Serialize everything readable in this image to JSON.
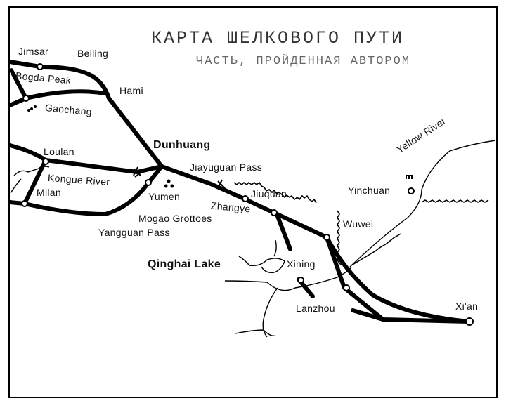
{
  "title": "КАРТА ШЕЛКОВОГО ПУТИ",
  "subtitle": "ЧАСТЬ, ПРОЙДЕННАЯ АВТОРОМ",
  "colors": {
    "route": "#000000",
    "title": "#333333",
    "subtitle": "#666666"
  },
  "places": {
    "jimsar": "Jimsar",
    "beiling": "Beiling",
    "bogda_peak": "Bogda Peak",
    "hami": "Hami",
    "gaochang": "Gaochang",
    "dunhuang": "Dunhuang",
    "loulan": "Loulan",
    "kongue_river": "Kongue River",
    "milan": "Milan",
    "yumen": "Yumen",
    "jiayuguan_pass": "Jiayuguan Pass",
    "jiuquan": "Jiuquan",
    "zhangye": "Zhangye",
    "mogao_grottoes": "Mogao Grottoes",
    "yangguan_pass": "Yangguan Pass",
    "qinghai_lake": "Qinghai Lake",
    "xining": "Xining",
    "wuwei": "Wuwei",
    "yinchuan": "Yinchuan",
    "yellow_river": "Yellow River",
    "lanzhou": "Lanzhou",
    "xian": "Xi'an"
  }
}
